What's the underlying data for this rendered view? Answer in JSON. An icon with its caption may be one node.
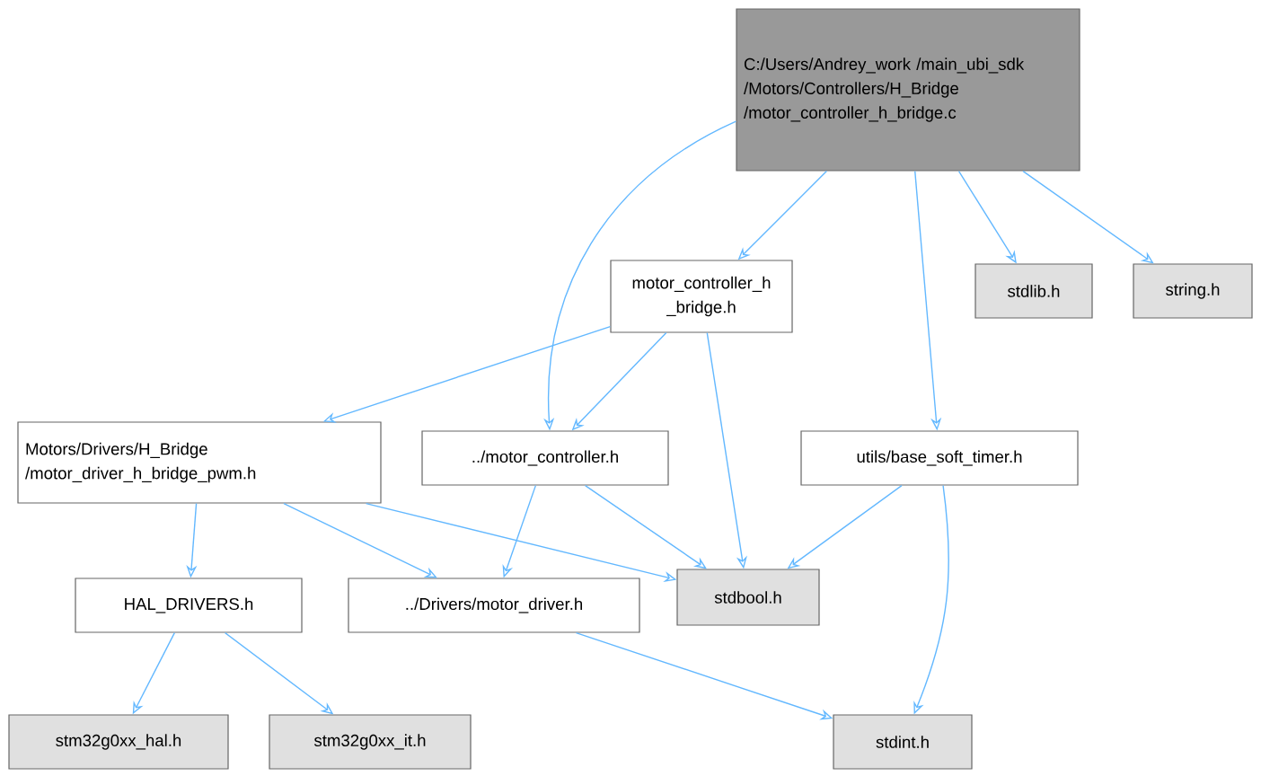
{
  "diagram": {
    "nodes": [
      {
        "text": [
          "C:/Users/Andrey_work /main_ubi_sdk /Motors/Controllers/H_Bridge /motor_controller_h_bridge.c"
        ]
      },
      {
        "text": [
          "motor_controller_h _bridge.h"
        ]
      },
      {
        "text": [
          "stdlib.h"
        ]
      },
      {
        "text": [
          "string.h"
        ]
      },
      {
        "text": [
          "Motors/Drivers/H_Bridge /motor_driver_h_bridge_pwm.h"
        ]
      },
      {
        "text": [
          "../motor_controller.h"
        ]
      },
      {
        "text": [
          "utils/base_soft_timer.h"
        ]
      },
      {
        "text": [
          "HAL_DRIVERS.h"
        ]
      },
      {
        "text": [
          "../Drivers/motor_driver.h"
        ]
      },
      {
        "text": [
          "stdbool.h"
        ]
      },
      {
        "text": [
          "stm32g0xx_hal.h"
        ]
      },
      {
        "text": [
          "stm32g0xx_it.h"
        ]
      },
      {
        "text": [
          "stdint.h"
        ]
      }
    ],
    "edges": [
      {
        "from": 0,
        "to": 1,
        "arrow": "to"
      },
      {
        "from": 0,
        "to": 5,
        "arrow": "to"
      },
      {
        "from": 0,
        "to": 6,
        "arrow": "to"
      },
      {
        "from": 0,
        "to": 2,
        "arrow": "to"
      },
      {
        "from": 0,
        "to": 3,
        "arrow": "to"
      },
      {
        "from": 1,
        "to": 4,
        "arrow": "to"
      },
      {
        "from": 1,
        "to": 5,
        "arrow": "to"
      },
      {
        "from": 1,
        "to": 9,
        "arrow": "to"
      },
      {
        "from": 4,
        "to": 7,
        "arrow": "to"
      },
      {
        "from": 4,
        "to": 8,
        "arrow": "to"
      },
      {
        "from": 4,
        "to": 9,
        "arrow": "to"
      },
      {
        "from": 5,
        "to": 8,
        "arrow": "to"
      },
      {
        "from": 5,
        "to": 9,
        "arrow": "to"
      },
      {
        "from": 6,
        "to": 9,
        "arrow": "to"
      },
      {
        "from": 6,
        "to": 12,
        "arrow": "to"
      },
      {
        "from": 7,
        "to": 10,
        "arrow": "to"
      },
      {
        "from": 7,
        "to": 11,
        "arrow": "to"
      },
      {
        "from": 8,
        "to": 12,
        "arrow": "to"
      }
    ]
  }
}
